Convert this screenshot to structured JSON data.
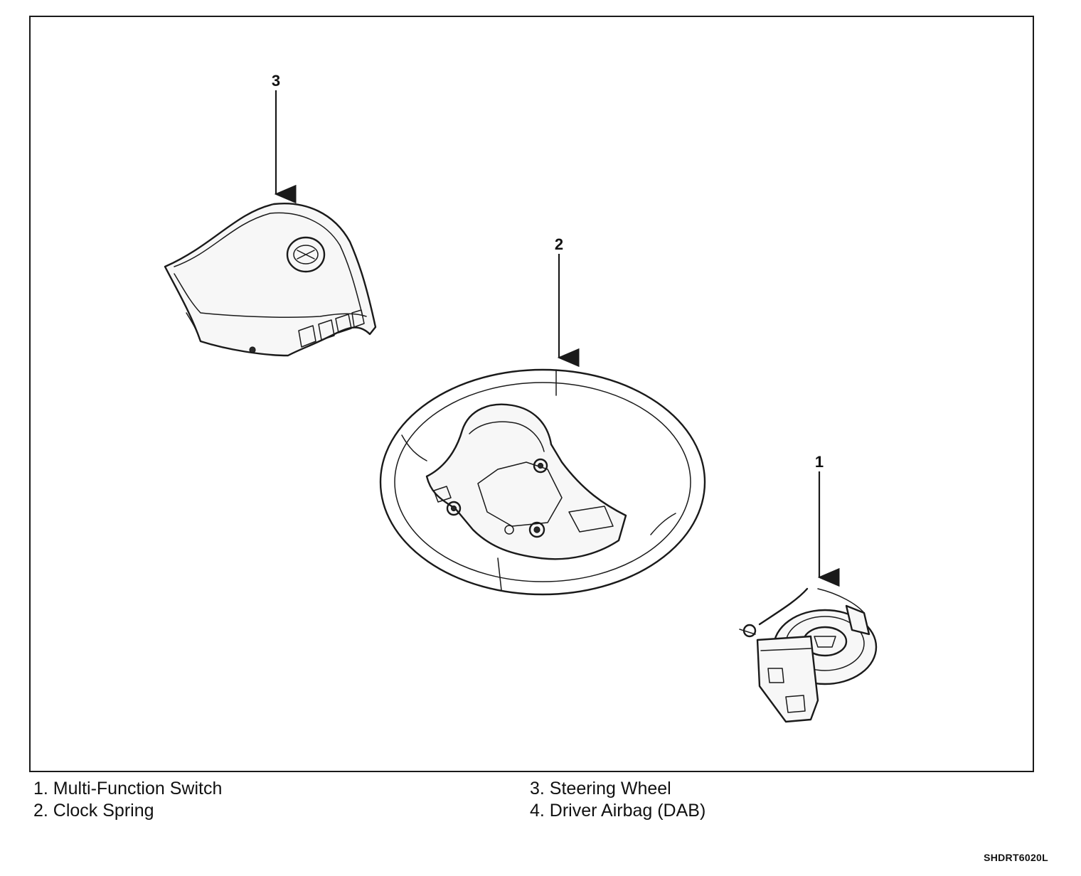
{
  "callouts": {
    "c1": "1",
    "c2": "2",
    "c3": "3"
  },
  "legend": {
    "item1": "1. Multi-Function Switch",
    "item2": "2. Clock Spring",
    "item3": "3. Steering Wheel",
    "item4": "4. Driver Airbag (DAB)"
  },
  "figure_code": "SHDRT6020L",
  "colors": {
    "ink": "#1a1a1a",
    "paper": "#ffffff"
  }
}
